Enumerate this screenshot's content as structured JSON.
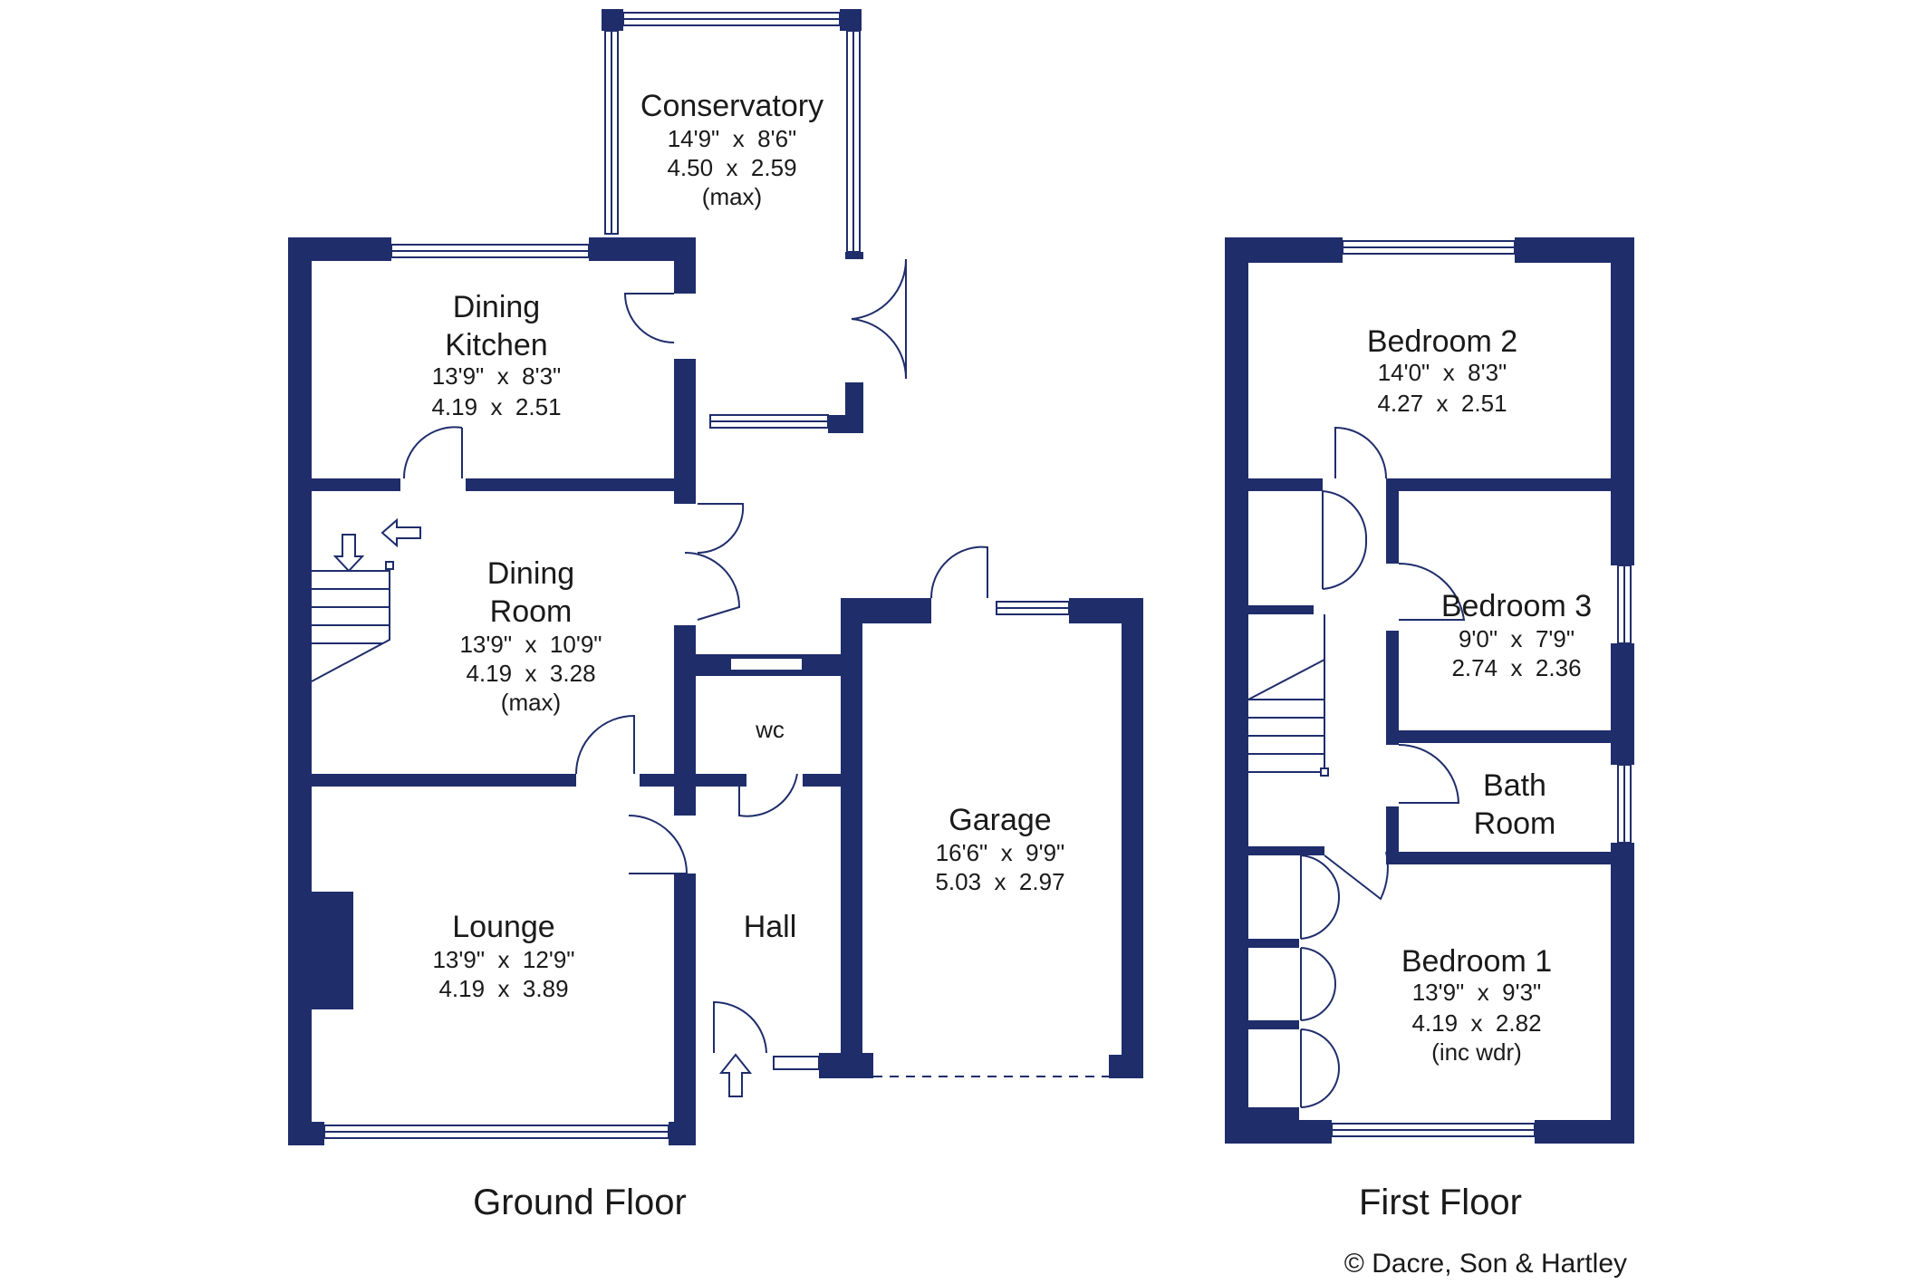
{
  "rooms": {
    "conservatory": {
      "name": "Conservatory",
      "imperial": "14'9\"  x  8'6\"",
      "metric": "4.50  x  2.59",
      "note": "(max)"
    },
    "dining_kitchen": {
      "name1": "Dining",
      "name2": "Kitchen",
      "imperial": "13'9\"  x  8'3\"",
      "metric": "4.19  x  2.51"
    },
    "dining_room": {
      "name1": "Dining",
      "name2": "Room",
      "imperial": "13'9\"  x  10'9\"",
      "metric": "4.19  x  3.28",
      "note": "(max)"
    },
    "wc": {
      "name": "wc"
    },
    "lounge": {
      "name": "Lounge",
      "imperial": "13'9\"  x  12'9\"",
      "metric": "4.19  x  3.89"
    },
    "hall": {
      "name": "Hall"
    },
    "garage": {
      "name": "Garage",
      "imperial": "16'6\"  x  9'9\"",
      "metric": "5.03  x  2.97"
    },
    "bedroom2": {
      "name": "Bedroom 2",
      "imperial": "14'0\"  x  8'3\"",
      "metric": "4.27  x  2.51"
    },
    "bedroom3": {
      "name": "Bedroom 3",
      "imperial": "9'0\"  x  7'9\"",
      "metric": "2.74  x  2.36"
    },
    "bathroom": {
      "name1": "Bath",
      "name2": "Room"
    },
    "bedroom1": {
      "name": "Bedroom 1",
      "imperial": "13'9\"  x  9'3\"",
      "metric": "4.19  x  2.82",
      "note": "(inc wdr)"
    }
  },
  "labels": {
    "ground_floor": "Ground Floor",
    "first_floor": "First Floor",
    "copyright": "© Dacre, Son & Hartley"
  },
  "colors": {
    "wall": "#1f2d6b",
    "background": "#ffffff"
  }
}
